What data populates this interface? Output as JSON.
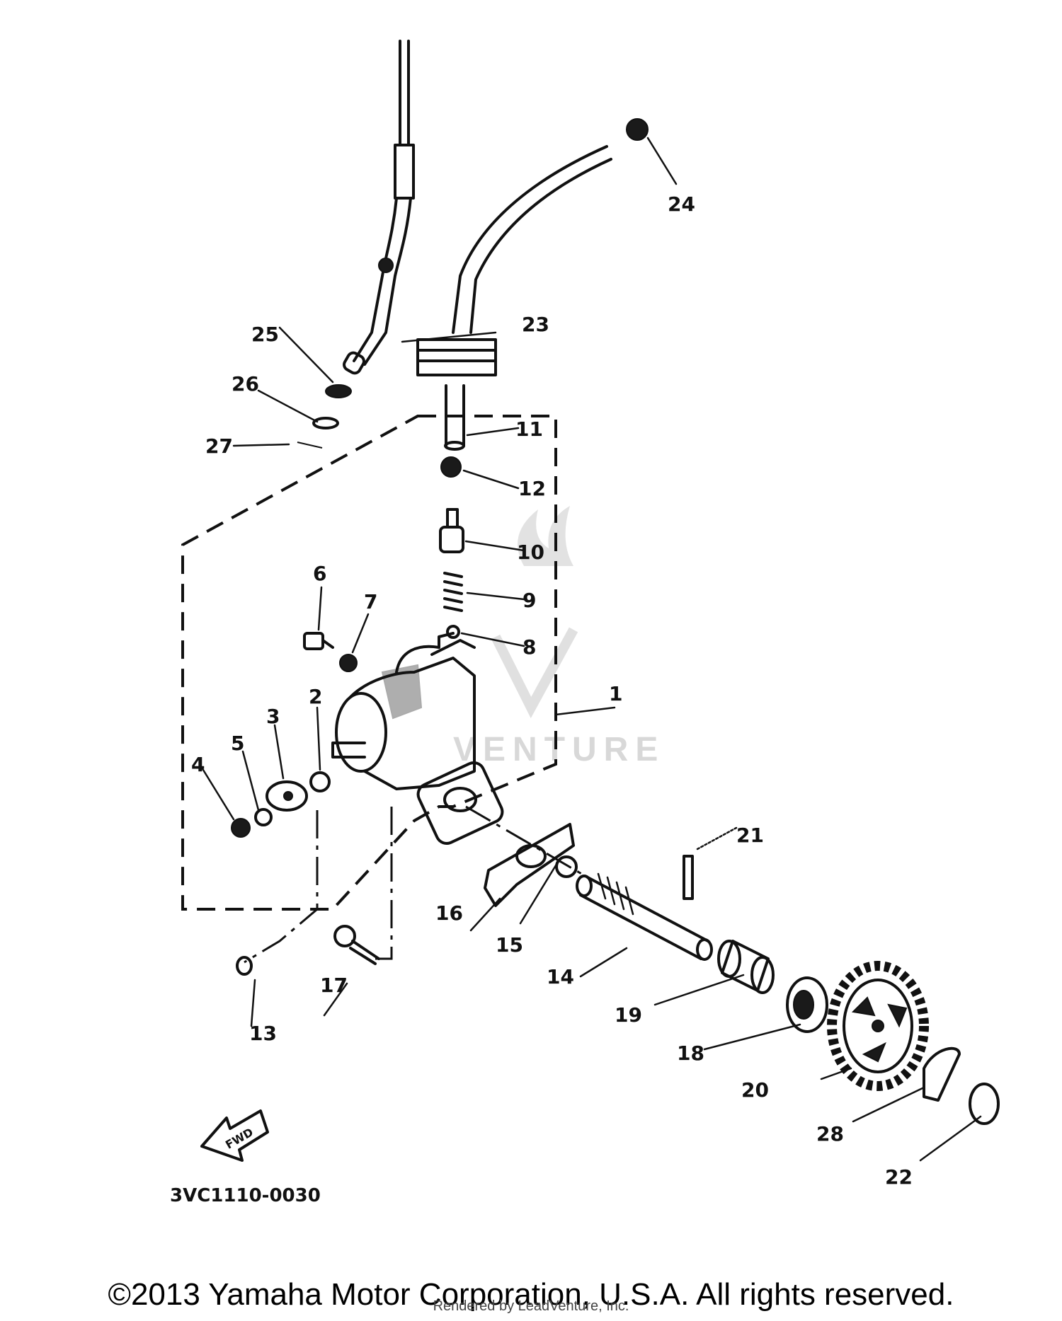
{
  "diagram_code": "3VC1110-0030",
  "fwd_label": "FWD",
  "watermark": "VENTURE",
  "copyright": "©2013 Yamaha Motor Corporation, U.S.A. All rights reserved.",
  "rendered_by": "Rendered by LeadVenture, Inc.",
  "callouts": [
    "1",
    "2",
    "3",
    "4",
    "5",
    "6",
    "7",
    "8",
    "9",
    "10",
    "11",
    "12",
    "13",
    "14",
    "15",
    "16",
    "17",
    "18",
    "19",
    "20",
    "21",
    "22",
    "23",
    "24",
    "25",
    "26",
    "27",
    "28"
  ]
}
